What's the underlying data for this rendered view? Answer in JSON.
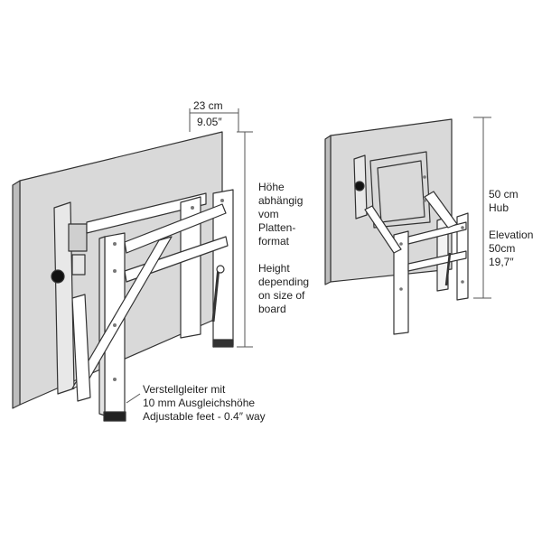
{
  "dimensions": {
    "width_cm": "23 cm",
    "width_in": "9.05″"
  },
  "height_note_de": [
    "Höhe",
    "abhängig",
    "vom",
    "Platten-",
    "format"
  ],
  "height_note_en": [
    "Height",
    "depending",
    "on size of",
    "board"
  ],
  "feet_note": [
    "Verstellgleiter mit",
    "10 mm Ausgleichshöhe",
    "Adjustable feet - 0.4″ way"
  ],
  "elevation_note": [
    "50 cm",
    "Hub",
    "",
    "Elevation",
    "50cm",
    "19,7″"
  ],
  "colors": {
    "board": "#d9d9d9",
    "frame": "#ffffff",
    "outline": "#333333",
    "knob": "#111111"
  }
}
